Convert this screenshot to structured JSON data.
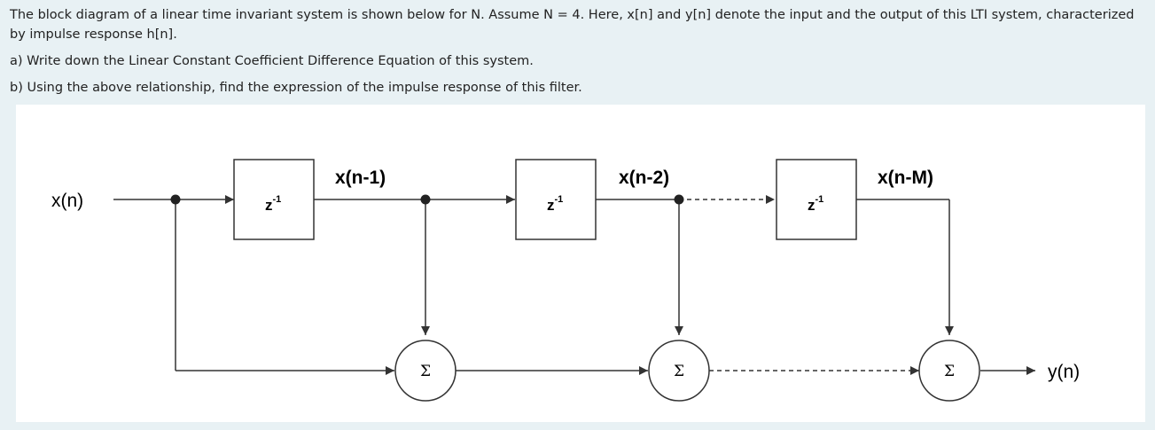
{
  "question": {
    "intro": "The block diagram of a linear time invariant system is shown below for N. Assume N = 4. Here, x[n] and y[n] denote the input and the output of this LTI system, characterized by impulse response h[n].",
    "part_a": "a) Write down the Linear Constant Coefficient Difference Equation of this system.",
    "part_b": "b) Using the above relationship, find the expression of the impulse response of this filter."
  },
  "diagram": {
    "input_label": "x(n)",
    "output_label": "y(n)",
    "delay_labels": [
      "x(n-1)",
      "x(n-2)",
      "x(n-M)"
    ],
    "delay_block": {
      "base": "z",
      "exponent": "-1"
    },
    "adder_symbol": "Σ"
  },
  "colors": {
    "page_bg": "#e8f1f4",
    "panel_bg": "#ffffff",
    "stroke": "#333333"
  }
}
